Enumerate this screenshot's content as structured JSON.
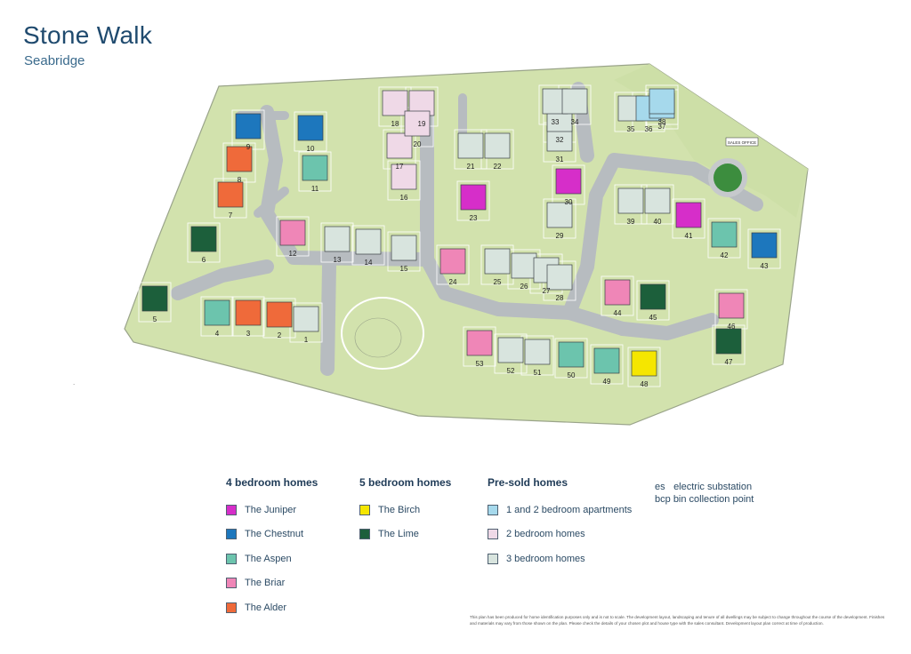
{
  "header": {
    "title": "Stone Walk",
    "subtitle": "Seabridge"
  },
  "colors": {
    "juniper": "#d62ec9",
    "chestnut": "#1d77bd",
    "aspen": "#6cc4ad",
    "briar": "#ef86b7",
    "alder": "#ef6a3a",
    "birch": "#f5e600",
    "lime": "#1c5f3b",
    "apartments": "#a6d9ec",
    "two_bed": "#efd9e7",
    "three_bed": "#d8e4de",
    "plot_fill": "#e8ebd9",
    "green_space": "#d2e2ad",
    "road": "#b7bcc0"
  },
  "legend": {
    "four_bed": {
      "heading": "4 bedroom homes",
      "items": [
        {
          "label": "The Juniper",
          "color": "#d62ec9"
        },
        {
          "label": "The Chestnut",
          "color": "#1d77bd"
        },
        {
          "label": "The Aspen",
          "color": "#6cc4ad"
        },
        {
          "label": "The Briar",
          "color": "#ef86b7"
        },
        {
          "label": "The Alder",
          "color": "#ef6a3a"
        }
      ]
    },
    "five_bed": {
      "heading": "5 bedroom homes",
      "items": [
        {
          "label": "The Birch",
          "color": "#f5e600"
        },
        {
          "label": "The Lime",
          "color": "#1c5f3b"
        }
      ]
    },
    "pre_sold": {
      "heading": "Pre-sold homes",
      "items": [
        {
          "label": "1 and 2 bedroom apartments",
          "color": "#a6d9ec"
        },
        {
          "label": "2 bedroom homes",
          "color": "#efd9e7"
        },
        {
          "label": "3 bedroom homes",
          "color": "#d8e4de"
        }
      ]
    }
  },
  "notes": {
    "es_code": "es",
    "es_label": "electric substation",
    "bcp_code": "bcp",
    "bcp_label": "bin collection point"
  },
  "map_labels": {
    "sales_office": "SALES OFFICE",
    "plots": [
      {
        "n": "1",
        "t": "three_bed"
      },
      {
        "n": "2",
        "t": "alder"
      },
      {
        "n": "3",
        "t": "alder"
      },
      {
        "n": "4",
        "t": "aspen"
      },
      {
        "n": "5",
        "t": "lime"
      },
      {
        "n": "6",
        "t": "lime"
      },
      {
        "n": "7",
        "t": "alder"
      },
      {
        "n": "8",
        "t": "alder"
      },
      {
        "n": "9",
        "t": "chestnut"
      },
      {
        "n": "10",
        "t": "chestnut"
      },
      {
        "n": "11",
        "t": "aspen"
      },
      {
        "n": "12",
        "t": "briar"
      },
      {
        "n": "13",
        "t": "three_bed"
      },
      {
        "n": "14",
        "t": "three_bed"
      },
      {
        "n": "15",
        "t": "three_bed"
      },
      {
        "n": "16",
        "t": "two_bed"
      },
      {
        "n": "17",
        "t": "two_bed"
      },
      {
        "n": "18",
        "t": "two_bed"
      },
      {
        "n": "19",
        "t": "two_bed"
      },
      {
        "n": "20",
        "t": "two_bed"
      },
      {
        "n": "21",
        "t": "three_bed"
      },
      {
        "n": "22",
        "t": "three_bed"
      },
      {
        "n": "23",
        "t": "juniper"
      },
      {
        "n": "24",
        "t": "briar"
      },
      {
        "n": "25",
        "t": "three_bed"
      },
      {
        "n": "26",
        "t": "three_bed"
      },
      {
        "n": "27",
        "t": "three_bed"
      },
      {
        "n": "28",
        "t": "three_bed"
      },
      {
        "n": "29",
        "t": "three_bed"
      },
      {
        "n": "30",
        "t": "juniper"
      },
      {
        "n": "31",
        "t": "three_bed"
      },
      {
        "n": "32",
        "t": "three_bed"
      },
      {
        "n": "33",
        "t": "three_bed"
      },
      {
        "n": "34",
        "t": "three_bed"
      },
      {
        "n": "35",
        "t": "three_bed"
      },
      {
        "n": "36",
        "t": "apartments"
      },
      {
        "n": "37",
        "t": "apartments"
      },
      {
        "n": "38",
        "t": "apartments"
      },
      {
        "n": "39",
        "t": "three_bed"
      },
      {
        "n": "40",
        "t": "three_bed"
      },
      {
        "n": "41",
        "t": "juniper"
      },
      {
        "n": "42",
        "t": "aspen"
      },
      {
        "n": "43",
        "t": "chestnut"
      },
      {
        "n": "44",
        "t": "briar"
      },
      {
        "n": "45",
        "t": "lime"
      },
      {
        "n": "46",
        "t": "briar"
      },
      {
        "n": "47",
        "t": "lime"
      },
      {
        "n": "48",
        "t": "birch"
      },
      {
        "n": "49",
        "t": "aspen"
      },
      {
        "n": "50",
        "t": "aspen"
      },
      {
        "n": "51",
        "t": "three_bed"
      },
      {
        "n": "52",
        "t": "three_bed"
      },
      {
        "n": "53",
        "t": "briar"
      }
    ]
  },
  "disclaimer": "This plan has been produced for home identification purposes only and is not to scale. The development layout, landscaping and tenure of all dwellings may be subject to change throughout the course of the development. Finishes and materials may vary from those shown on the plan. Please check the details of your chosen plot and house type with the sales consultant. Development layout plan correct at time of production."
}
